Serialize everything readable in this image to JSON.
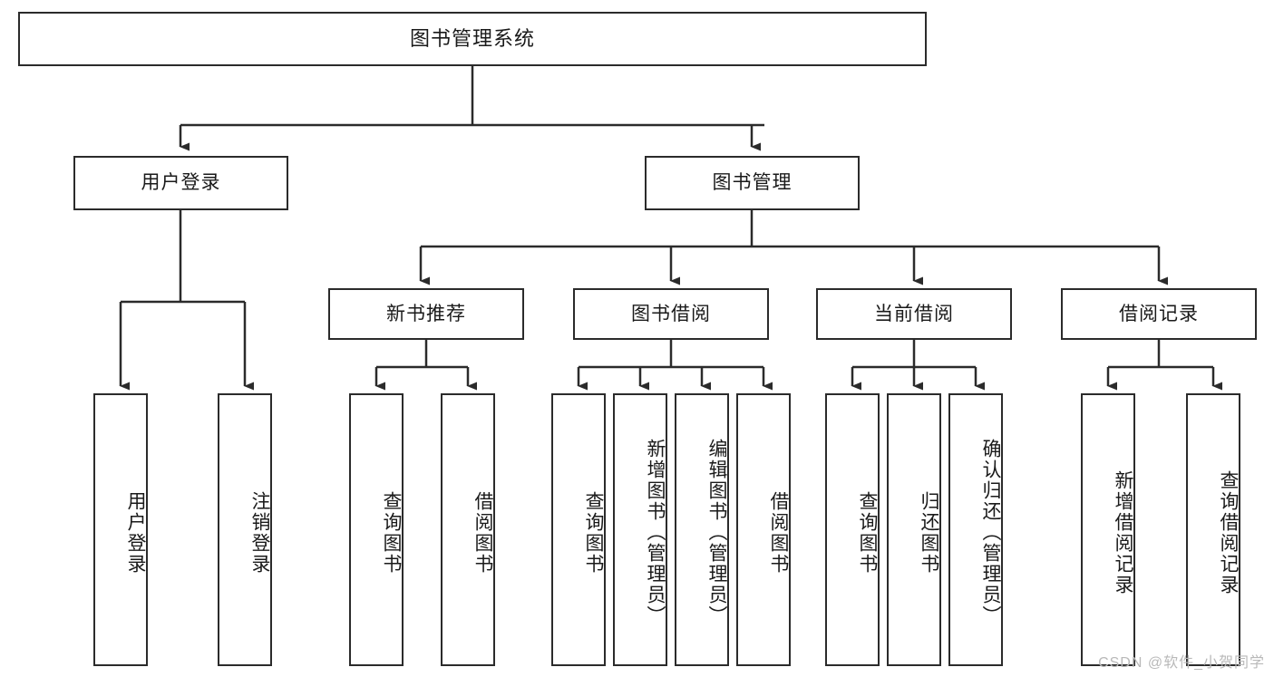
{
  "diagram": {
    "type": "tree",
    "title": "图书管理系统",
    "colors": {
      "stroke": "#2b2b2b",
      "fill": "#ffffff",
      "text": "#1a1a1a",
      "watermark": "#b9b9b9"
    },
    "root": {
      "label": "图书管理系统"
    },
    "level1": [
      {
        "label": "用户登录"
      },
      {
        "label": "图书管理"
      }
    ],
    "level2": [
      {
        "label": "新书推荐"
      },
      {
        "label": "图书借阅"
      },
      {
        "label": "当前借阅"
      },
      {
        "label": "借阅记录"
      }
    ],
    "leaves": {
      "user_login": [
        {
          "label": "用户登录"
        },
        {
          "label": "注销登录"
        }
      ],
      "new_book_recommend": [
        {
          "label": "查询图书"
        },
        {
          "label": "借阅图书"
        }
      ],
      "book_borrow": [
        {
          "label": "查询图书"
        },
        {
          "label": "新增图书（管理员）"
        },
        {
          "label": "编辑图书（管理员）"
        },
        {
          "label": "借阅图书"
        }
      ],
      "current_borrow": [
        {
          "label": "查询图书"
        },
        {
          "label": "归还图书"
        },
        {
          "label": "确认归还（管理员）"
        }
      ],
      "borrow_record": [
        {
          "label": "新增借阅记录"
        },
        {
          "label": "查询借阅记录"
        }
      ]
    },
    "watermark": "CSDN @软件_小贺同学"
  }
}
